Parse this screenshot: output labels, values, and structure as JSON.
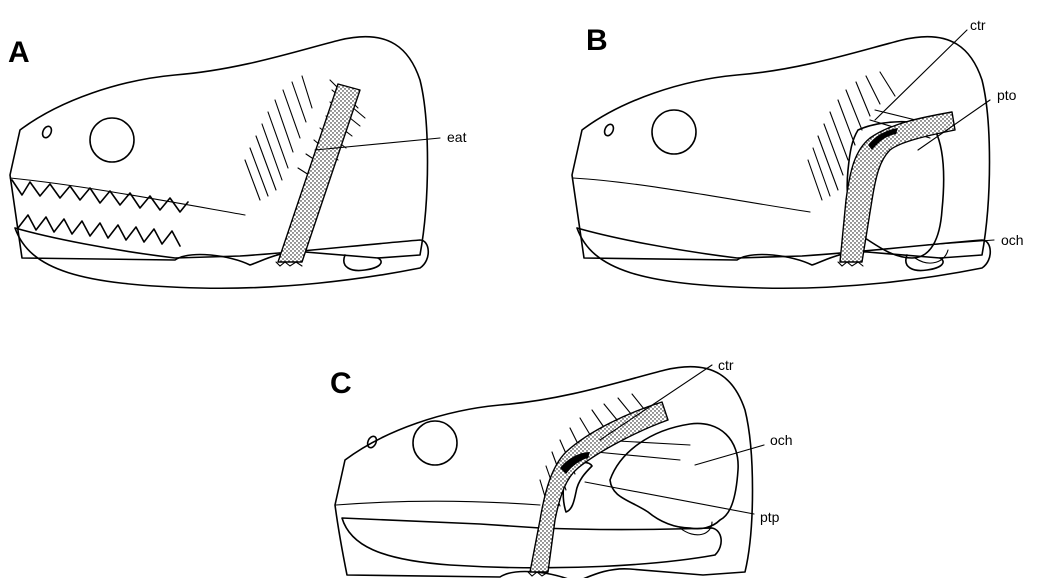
{
  "panels": [
    {
      "letter": "A",
      "labels": [
        "eat"
      ]
    },
    {
      "letter": "B",
      "labels": [
        "ctr",
        "pto",
        "och"
      ]
    },
    {
      "letter": "C",
      "labels": [
        "ctr",
        "och",
        "ptp"
      ]
    }
  ]
}
